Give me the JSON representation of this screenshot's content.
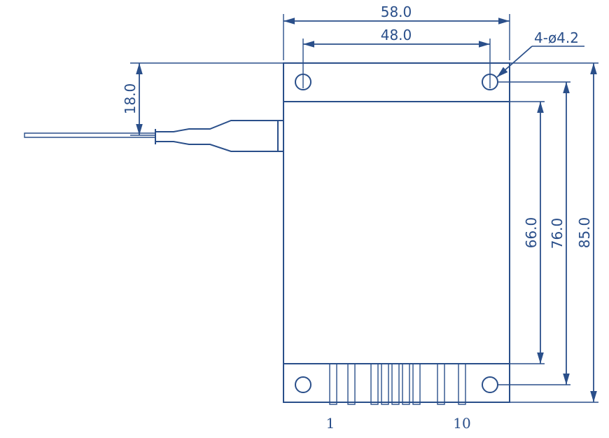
{
  "dimensions": {
    "overall_width": "58.0",
    "hole_spacing_width": "48.0",
    "holes": "4-ø4.2",
    "fiber_offset": "18.0",
    "inner_height": "66.0",
    "hole_spacing_height": "76.0",
    "overall_height": "85.0"
  },
  "pins": {
    "first": "1",
    "last": "10"
  },
  "colors": {
    "line": "#2a4f8a"
  }
}
